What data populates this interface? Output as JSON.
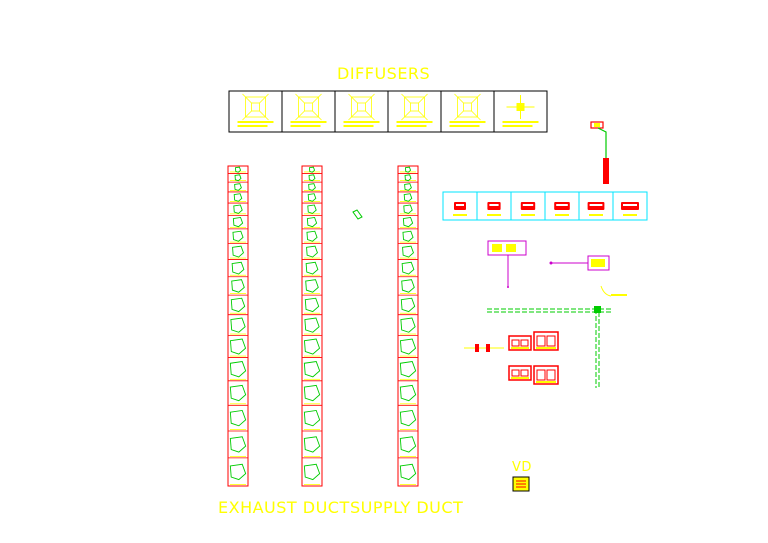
{
  "titles": {
    "diffusers": "DIFFUSERS",
    "exhaust": "EXHAUST DUCT",
    "supply": "SUPPLY DUCT",
    "vd": "VD"
  },
  "colors": {
    "background": "#ffffff",
    "frame": "#000000",
    "text": "#ffff00",
    "red": "#ff0000",
    "green": "#00cc00",
    "cyan": "#00e5ff",
    "magenta": "#cc00cc"
  },
  "diffuser_panel": {
    "cells": [
      {
        "icon": "square-diffuser-icon"
      },
      {
        "icon": "square-diffuser-icon"
      },
      {
        "icon": "square-diffuser-icon"
      },
      {
        "icon": "square-diffuser-icon"
      },
      {
        "icon": "square-diffuser-icon"
      },
      {
        "icon": "four-way-diffuser-icon"
      }
    ]
  },
  "duct_columns": [
    {
      "id": "exhaust",
      "cells": 18
    },
    {
      "id": "exhaust-2",
      "cells": 18
    },
    {
      "id": "supply",
      "cells": 18
    }
  ],
  "equipment_panel": {
    "cells": [
      {
        "icon": "fan-coil-unit-icon"
      },
      {
        "icon": "fan-coil-unit-icon"
      },
      {
        "icon": "fan-coil-unit-icon"
      },
      {
        "icon": "fan-coil-unit-icon"
      },
      {
        "icon": "fan-coil-unit-icon"
      },
      {
        "icon": "fan-coil-unit-icon"
      }
    ]
  }
}
